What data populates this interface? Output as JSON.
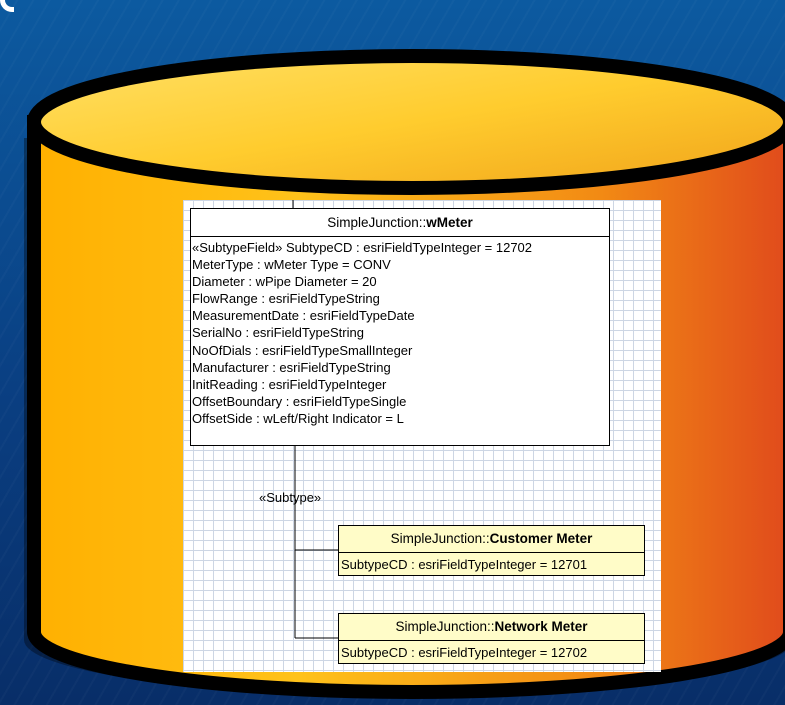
{
  "colors": {
    "background": "#0a3f82",
    "cylinder_fill_light": "#ffd23a",
    "cylinder_fill_dark": "#e84d1c",
    "cylinder_outline": "#000000",
    "subclass_fill": "#fffcc8"
  },
  "diagram": {
    "main_class": {
      "prefix": "SimpleJunction::",
      "name": "wMeter",
      "attributes": [
        "«SubtypeField» SubtypeCD : esriFieldTypeInteger = 12702",
        "MeterType : wMeter Type = CONV",
        "Diameter : wPipe Diameter = 20",
        "FlowRange : esriFieldTypeString",
        "MeasurementDate : esriFieldTypeDate",
        "SerialNo : esriFieldTypeString",
        "NoOfDials : esriFieldTypeSmallInteger",
        "Manufacturer : esriFieldTypeString",
        "InitReading : esriFieldTypeInteger",
        "OffsetBoundary : esriFieldTypeSingle",
        "OffsetSide : wLeft/Right Indicator = L"
      ]
    },
    "relation_label": "«Subtype»",
    "subtypes": [
      {
        "prefix": "SimpleJunction::",
        "name": "Customer Meter",
        "attribute": "SubtypeCD : esriFieldTypeInteger = 12701"
      },
      {
        "prefix": "SimpleJunction::",
        "name": "Network Meter",
        "attribute": "SubtypeCD : esriFieldTypeInteger = 12702"
      }
    ]
  }
}
